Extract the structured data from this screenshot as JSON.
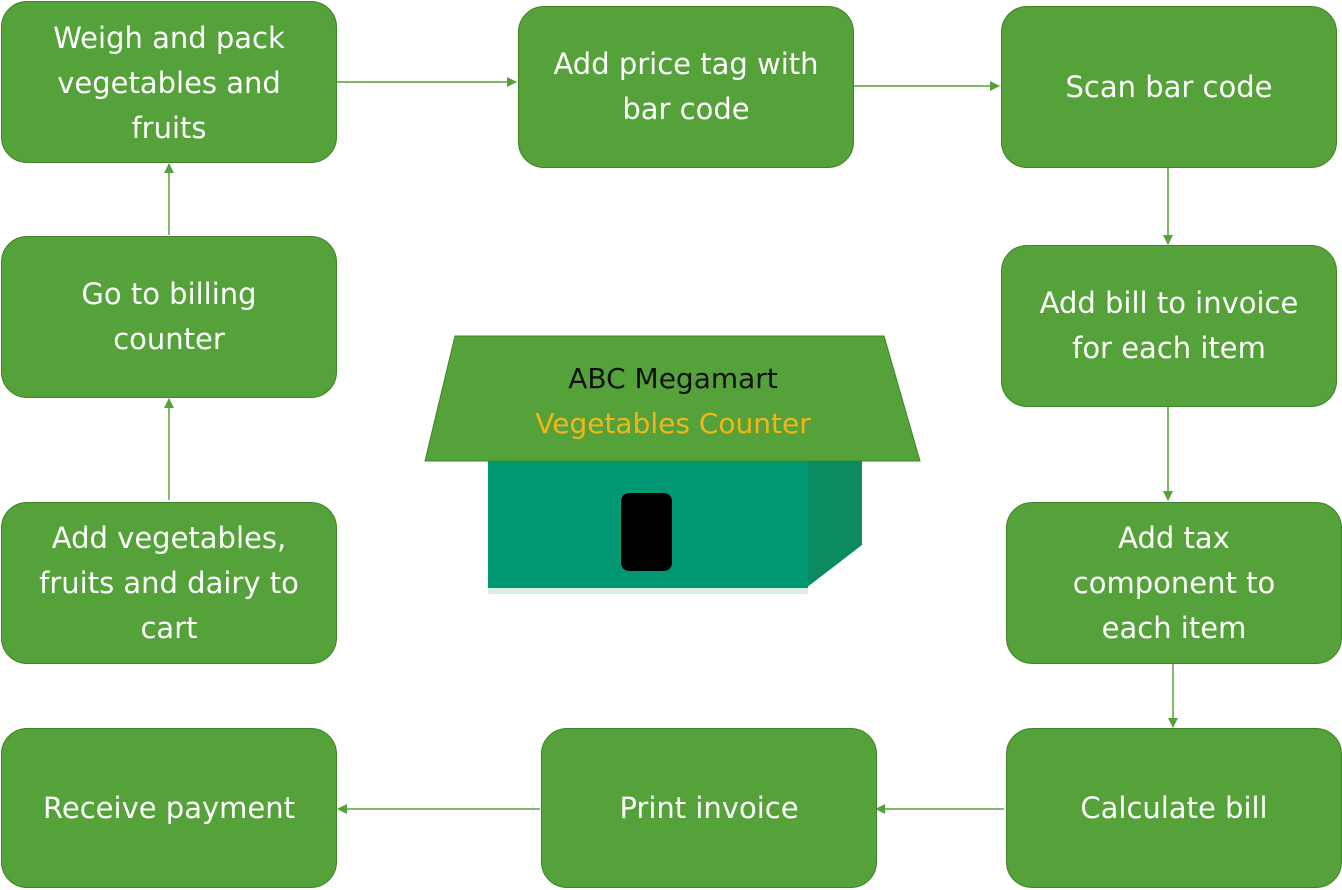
{
  "diagram": {
    "steps": {
      "weigh_pack": "Weigh and pack vegetables and fruits",
      "price_tag": "Add price tag with bar code",
      "scan": "Scan bar code",
      "go_billing": "Go to billing counter",
      "add_bill": "Add bill to invoice for each item",
      "add_cart": "Add vegetables, fruits and dairy to cart",
      "add_tax": "Add tax component to each item",
      "receive_payment": "Receive payment",
      "print_invoice": "Print invoice",
      "calculate_bill": "Calculate bill"
    },
    "store": {
      "name": "ABC Megamart",
      "counter": "Vegetables Counter"
    },
    "colors": {
      "box_fill": "#55a23a",
      "box_border": "#3f8428",
      "arrow": "#55a23a",
      "store_body": "#009873",
      "store_side": "#0c8a60",
      "door": "#000000",
      "counter_text": "#f2b51c"
    }
  }
}
